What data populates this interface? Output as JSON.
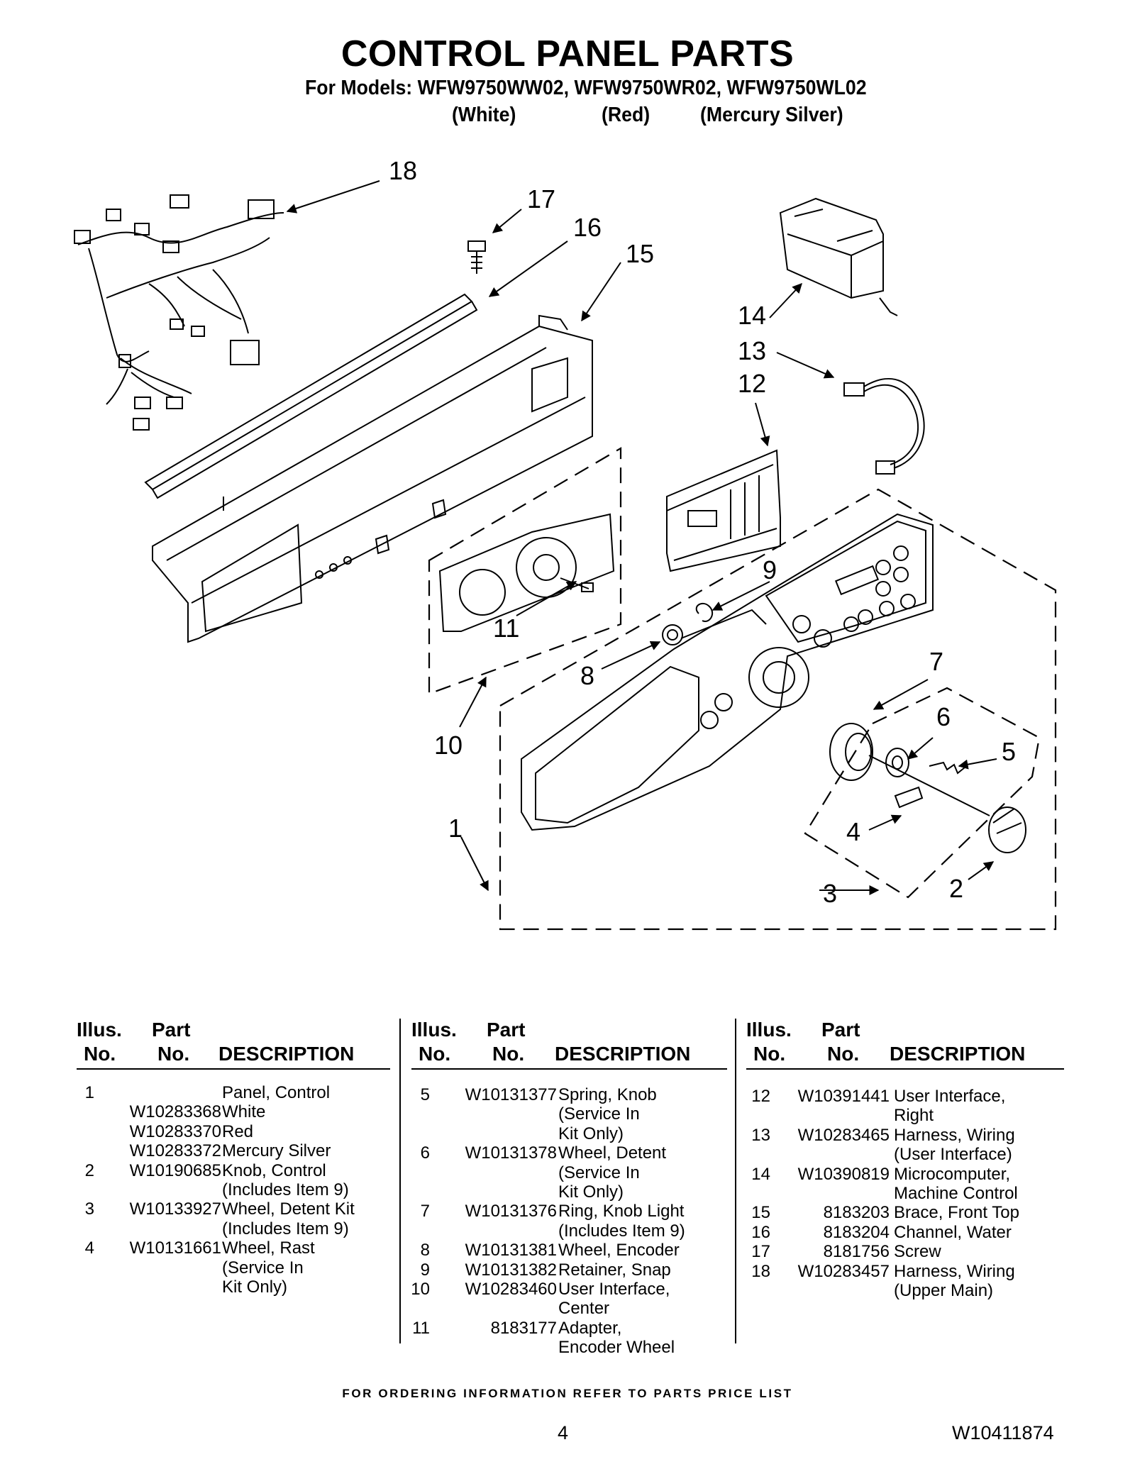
{
  "header": {
    "title": "CONTROL PANEL PARTS",
    "subtitle": "For Models: WFW9750WW02, WFW9750WR02, WFW9750WL02",
    "variants": [
      "(White)",
      "(Red)",
      "(Mercury Silver)"
    ]
  },
  "diagram": {
    "callouts": [
      "1",
      "2",
      "3",
      "4",
      "5",
      "6",
      "7",
      "8",
      "9",
      "10",
      "11",
      "12",
      "13",
      "14",
      "15",
      "16",
      "17",
      "18"
    ]
  },
  "table_headers": {
    "illus_line1": "Illus.",
    "illus_line2": "No.",
    "part_line1": "Part",
    "part_line2": "No.",
    "description": "DESCRIPTION"
  },
  "parts_columns": [
    [
      {
        "n": "1",
        "p": "",
        "d": "Panel, Control"
      },
      {
        "n": "",
        "p": "W10283368",
        "d": "White"
      },
      {
        "n": "",
        "p": "W10283370",
        "d": "Red"
      },
      {
        "n": "",
        "p": "W10283372",
        "d": "Mercury Silver"
      },
      {
        "n": "2",
        "p": "W10190685",
        "d": "Knob, Control"
      },
      {
        "n": "",
        "p": "",
        "d": "(Includes Item 9)"
      },
      {
        "n": "3",
        "p": "W10133927",
        "d": "Wheel, Detent Kit"
      },
      {
        "n": "",
        "p": "",
        "d": "(Includes Item 9)"
      },
      {
        "n": "4",
        "p": "W10131661",
        "d": "Wheel, Rast"
      },
      {
        "n": "",
        "p": "",
        "d": "(Service In"
      },
      {
        "n": "",
        "p": "",
        "d": "Kit Only)"
      }
    ],
    [
      {
        "n": "5",
        "p": "W10131377",
        "d": "Spring, Knob"
      },
      {
        "n": "",
        "p": "",
        "d": "(Service In"
      },
      {
        "n": "",
        "p": "",
        "d": "Kit Only)"
      },
      {
        "n": "6",
        "p": "W10131378",
        "d": "Wheel, Detent"
      },
      {
        "n": "",
        "p": "",
        "d": "(Service In"
      },
      {
        "n": "",
        "p": "",
        "d": "Kit Only)"
      },
      {
        "n": "7",
        "p": "W10131376",
        "d": "Ring, Knob Light"
      },
      {
        "n": "",
        "p": "",
        "d": "(Includes Item 9)"
      },
      {
        "n": "8",
        "p": "W10131381",
        "d": "Wheel, Encoder"
      },
      {
        "n": "9",
        "p": "W10131382",
        "d": "Retainer, Snap"
      },
      {
        "n": "10",
        "p": "W10283460",
        "d": "User Interface,"
      },
      {
        "n": "",
        "p": "",
        "d": "Center"
      },
      {
        "n": "11",
        "p": "8183177",
        "d": "Adapter,"
      },
      {
        "n": "",
        "p": "",
        "d": "Encoder Wheel"
      }
    ],
    [
      {
        "n": "12",
        "p": "W10391441",
        "d": "User Interface,"
      },
      {
        "n": "",
        "p": "",
        "d": "Right"
      },
      {
        "n": "13",
        "p": "W10283465",
        "d": "Harness, Wiring"
      },
      {
        "n": "",
        "p": "",
        "d": "(User Interface)"
      },
      {
        "n": "14",
        "p": "W10390819",
        "d": "Microcomputer,"
      },
      {
        "n": "",
        "p": "",
        "d": "Machine Control"
      },
      {
        "n": "15",
        "p": "8183203",
        "d": "Brace, Front Top"
      },
      {
        "n": "16",
        "p": "8183204",
        "d": "Channel, Water"
      },
      {
        "n": "17",
        "p": "8181756",
        "d": "Screw"
      },
      {
        "n": "18",
        "p": "W10283457",
        "d": "Harness, Wiring"
      },
      {
        "n": "",
        "p": "",
        "d": "(Upper Main)"
      }
    ]
  ],
  "footer": {
    "ordering_note": "FOR ORDERING INFORMATION REFER TO PARTS PRICE LIST",
    "page_number": "4",
    "document_number": "W10411874"
  }
}
